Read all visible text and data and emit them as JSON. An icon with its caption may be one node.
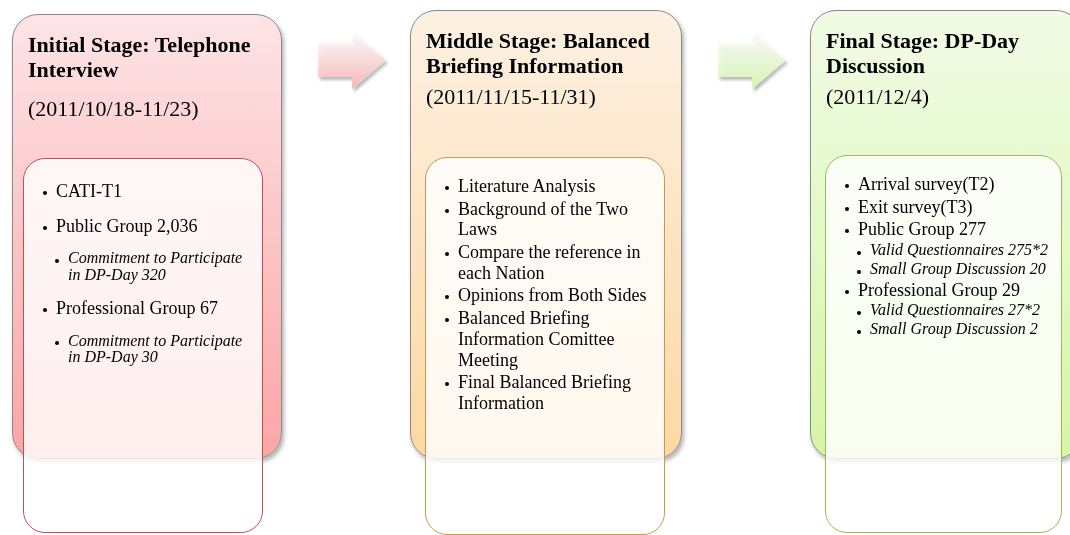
{
  "diagram": {
    "nodes": [
      {
        "text": [
          "Initial Stage: Telephone Interview",
          "(2011/10/18-11/23)"
        ]
      },
      {
        "text": [
          "CATI-T1",
          "Public Group 2,036",
          "Commitment to Participate in DP-Day 320",
          "Professional Group 67",
          "Commitment to Participate in DP-Day 30"
        ]
      },
      {
        "text": [
          "Middle Stage: Balanced Briefing Information",
          "(2011/11/15-11/31)"
        ]
      },
      {
        "text": [
          "Literature Analysis",
          "Background of the Two Laws",
          "Compare the reference in each Nation",
          "Opinions from Both Sides",
          "Balanced Briefing Information Comittee Meeting",
          "Final Balanced Briefing Information"
        ]
      },
      {
        "text": [
          "Final Stage: DP-Day Discussion",
          "(2011/12/4)"
        ]
      },
      {
        "text": [
          "Arrival survey(T2)",
          "Exit survey(T3)",
          "Public Group 277",
          "Valid Questionnaires 275*2",
          "Small Group Discussion 20",
          "Professional Group 29",
          "Valid Questionnaires 27*2",
          "Small Group Discussion 2"
        ]
      }
    ],
    "edges": [
      {
        "from": 0,
        "to": 2,
        "arrow": "to",
        "style": "thick",
        "color": "#f9b4b5"
      },
      {
        "from": 2,
        "to": 4,
        "arrow": "to",
        "style": "thick",
        "color": "#d6f5b0"
      }
    ]
  }
}
